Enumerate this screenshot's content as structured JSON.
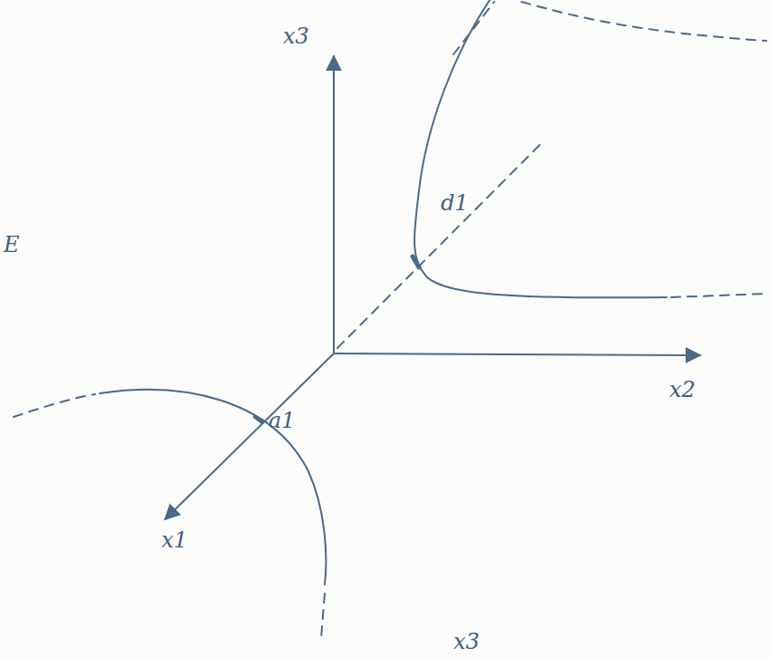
{
  "diagram": {
    "labels": [
      "x3",
      "x2",
      "x1",
      "d1",
      "a1",
      "E",
      "x3"
    ]
  }
}
